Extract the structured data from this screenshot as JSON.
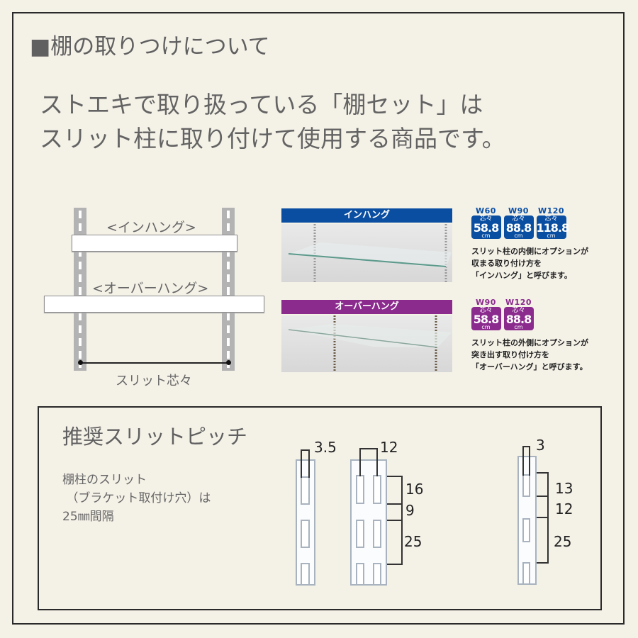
{
  "title": "■棚の取りつけについて",
  "lead": {
    "line1": "ストエキで取り扱っている「棚セット」は",
    "line2": "スリット柱に取り付けて使用する商品です。"
  },
  "diagram": {
    "inhang_label": "<インハング>",
    "overhang_label": "<オーバーハング>",
    "slit_center_label": "スリット芯々"
  },
  "inhang": {
    "banner": "インハング",
    "banner_color": "#0a4ea2",
    "badges": [
      {
        "width": "W60",
        "kanji": "芯々",
        "value": "58.8",
        "unit": "cm"
      },
      {
        "width": "W90",
        "kanji": "芯々",
        "value": "88.8",
        "unit": "cm"
      },
      {
        "width": "W120",
        "kanji": "芯々",
        "value": "118.8",
        "unit": "cm"
      }
    ],
    "note": [
      "スリット柱の内側にオプションが",
      "収まる取り付け方を",
      "「インハング」と呼びます。"
    ]
  },
  "overhang": {
    "banner": "オーバーハング",
    "banner_color": "#8b2b8e",
    "badges": [
      {
        "width": "W90",
        "kanji": "芯々",
        "value": "58.8",
        "unit": "cm"
      },
      {
        "width": "W120",
        "kanji": "芯々",
        "value": "88.8",
        "unit": "cm"
      }
    ],
    "note": [
      "スリット柱の外側にオプションが",
      "突き出す取り付け方を",
      "「オーバーハング」と呼びます。"
    ]
  },
  "pitch": {
    "title": "推奨スリットピッチ",
    "desc": "棚柱のスリット\n （ブラケット取付け穴）は\n25㎜間隔",
    "single": {
      "width": "3.5"
    },
    "double": {
      "width": "12",
      "dims": [
        "16",
        "9",
        "25"
      ]
    },
    "narrow": {
      "width": "3",
      "dims": [
        "13",
        "12",
        "25"
      ]
    }
  }
}
